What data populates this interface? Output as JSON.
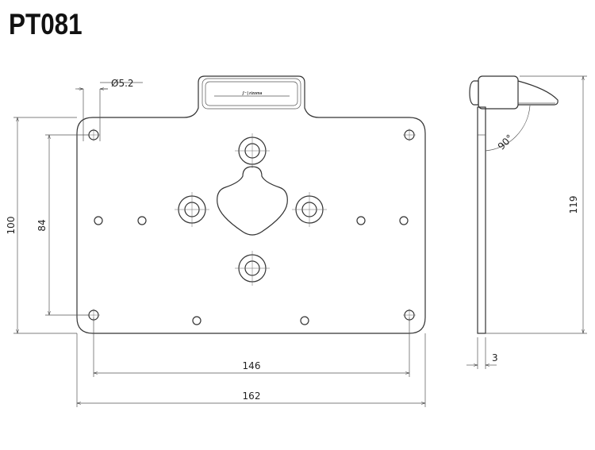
{
  "title": "PT081",
  "logo_text": "rizoma",
  "dimensions": {
    "hole_diameter": "Ø5.2",
    "hole_spacing_width": "146",
    "overall_width": "162",
    "overall_height": "100",
    "hole_spacing_height": "84",
    "side_height": "119",
    "thickness": "3",
    "bend_angle": "90°"
  }
}
